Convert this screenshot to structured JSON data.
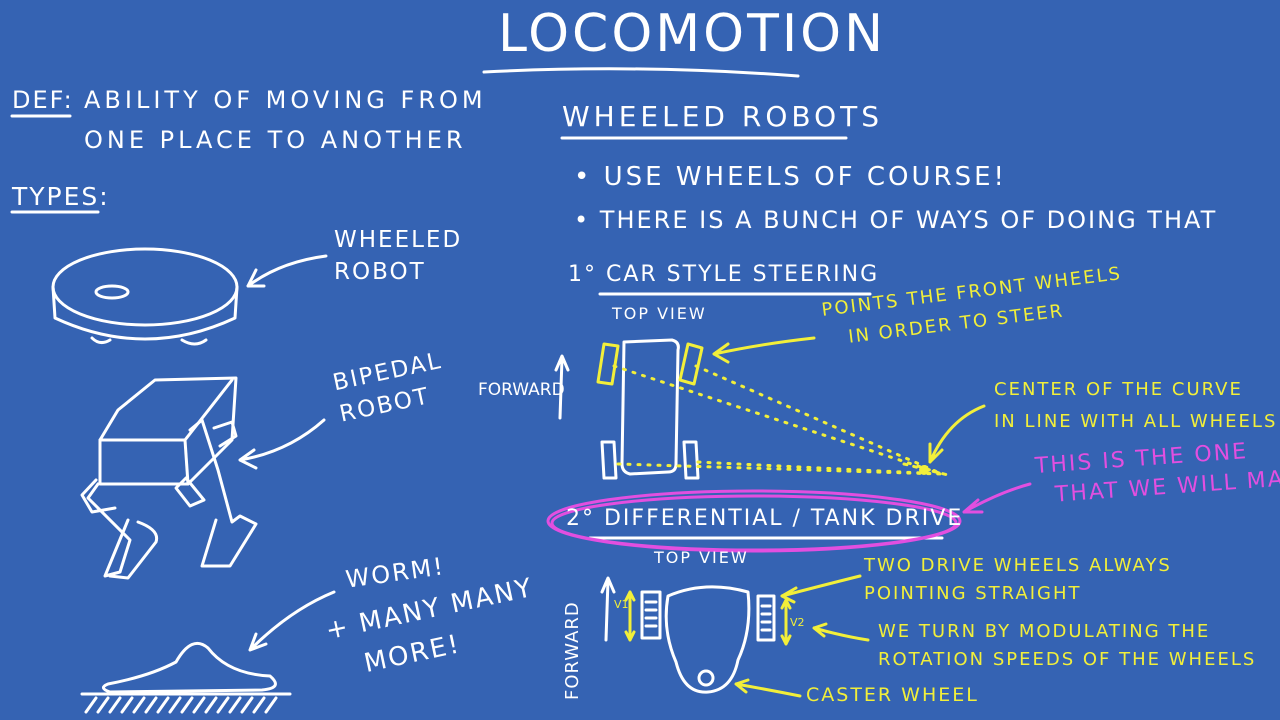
{
  "title": "LOCOMOTION",
  "definition": {
    "label": "DEF:",
    "line1": "ABILITY OF MOVING FROM",
    "line2": "ONE PLACE TO ANOTHER"
  },
  "types": {
    "heading": "TYPES:",
    "wheeled_robot": "WHEELED\nROBOT",
    "bipedal_robot": "BIPEDAL\nROBOT",
    "worm": "WORM!",
    "many_more": "+ MANY MANY\n   MORE!"
  },
  "wheeled_robots": {
    "heading": "WHEELED ROBOTS",
    "bullets": [
      "• USE WHEELS OF COURSE!",
      "• THERE IS A BUNCH OF WAYS OF DOING THAT"
    ]
  },
  "car_style": {
    "heading": "1° CAR STYLE STEERING",
    "top_view": "TOP VIEW",
    "forward": "FORWARD",
    "note_front_wheels": "POINTS THE FRONT WHEELS\n   IN ORDER TO STEER",
    "note_center": "CENTER OF THE CURVE\nIN LINE WITH ALL WHEELS"
  },
  "differential": {
    "heading": "2° DIFFERENTIAL / TANK DRIVE",
    "callout": "THIS IS THE ONE\n  THAT WE WILL MAKE",
    "top_view": "TOP VIEW",
    "forward": "FORWARD",
    "note_drive_wheels": "TWO DRIVE WHEELS ALWAYS\nPOINTING STRAIGHT",
    "note_turn": "WE TURN BY MODULATING THE\nROTATION SPEEDS OF THE WHEELS",
    "note_caster": "CASTER WHEEL",
    "v1": "V1",
    "v2": "V2"
  },
  "colors": {
    "background": "#3563b3",
    "chalk_white": "#ffffff",
    "highlight_yellow": "#f2ef3a",
    "highlight_magenta": "#e24fe0"
  }
}
